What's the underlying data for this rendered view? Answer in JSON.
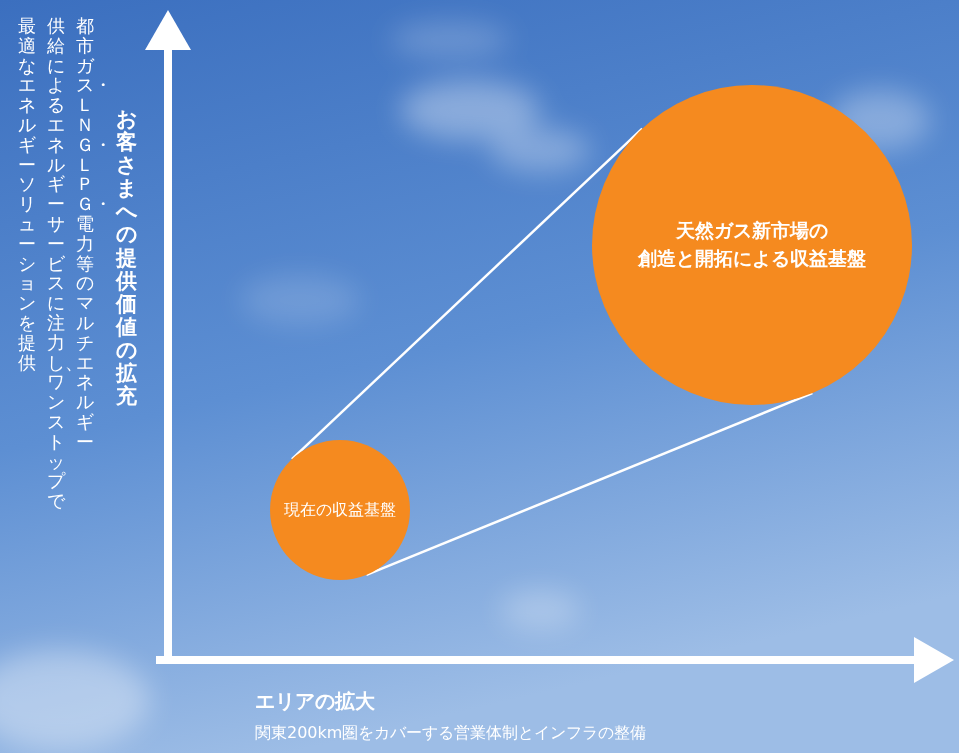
{
  "diagram": {
    "nodes": [
      {
        "text": [
          "現在の収益基盤"
        ]
      },
      {
        "text": [
          "天然ガス新市場の 創造と開拓による収益基盤"
        ]
      }
    ],
    "edges": [
      {
        "from": 0,
        "to": 1,
        "arrow": "none"
      },
      {
        "from": 0,
        "to": 1,
        "arrow": "none"
      }
    ],
    "labels": [
      "お客さまへの提供価値の拡充",
      "都市ガス・ＬＮＧ・ＬＰＧ・電力等のマルチエネルギー",
      "供給によるエネルギーサービスに注力し、ワンストップで",
      "最適なエネルギーソリューションを提供",
      "エリアの拡大",
      "関東200km圏をカバーする営業体制とインフラの整備"
    ]
  }
}
